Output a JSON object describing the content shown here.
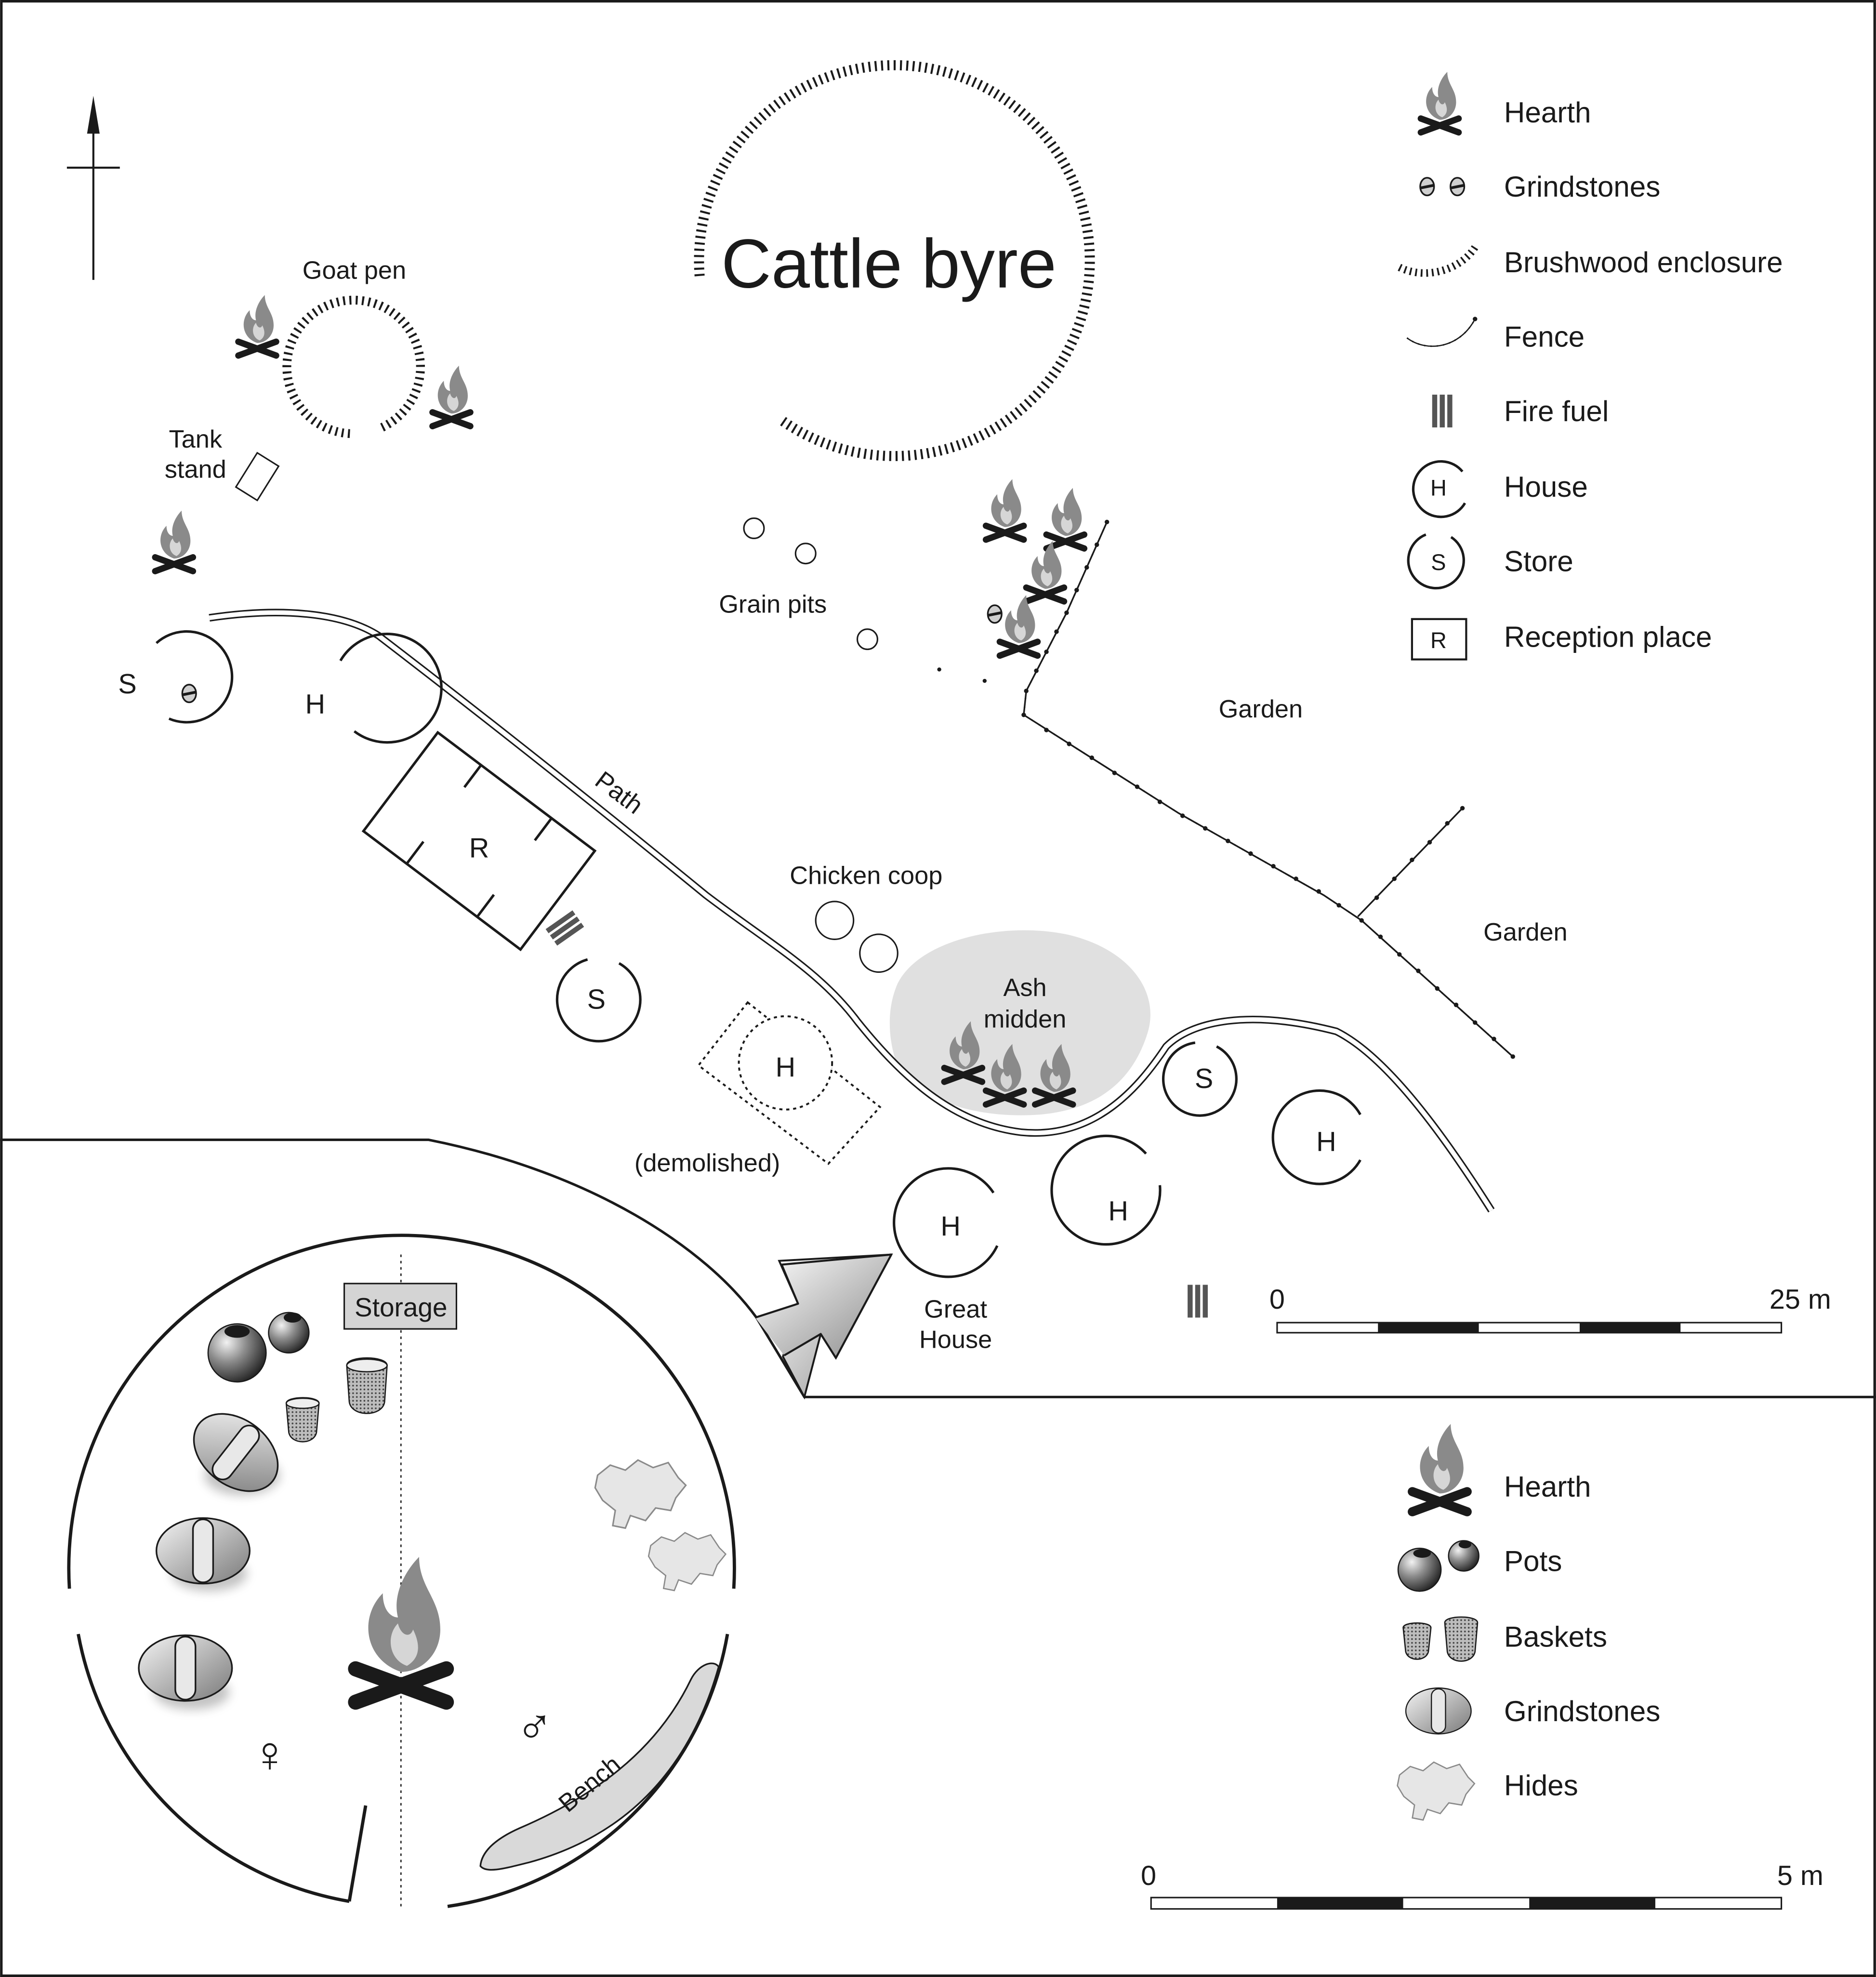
{
  "map_labels": {
    "goat_pen": "Goat pen",
    "tank_stand_1": "Tank",
    "tank_stand_2": "stand",
    "cattle_byre": "Cattle byre",
    "grain_pits": "Grain pits",
    "path": "Path",
    "garden_1": "Garden",
    "garden_2": "Garden",
    "chicken_coop": "Chicken coop",
    "ash_midden_1": "Ash",
    "ash_midden_2": "midden",
    "demolished": "(demolished)",
    "great_house_1": "Great",
    "great_house_2": "House",
    "storage": "Storage",
    "bench": "Bench"
  },
  "map_symbols": {
    "store": "S",
    "house": "H",
    "reception": "R",
    "female": "♀",
    "male": "♂"
  },
  "legend_top": [
    {
      "icon": "hearth-icon",
      "label": "Hearth"
    },
    {
      "icon": "grindstones-icon",
      "label": "Grindstones"
    },
    {
      "icon": "brushwood-enclosure-icon",
      "label": "Brushwood enclosure"
    },
    {
      "icon": "fence-icon",
      "label": "Fence"
    },
    {
      "icon": "fire-fuel-icon",
      "label": "Fire fuel"
    },
    {
      "icon": "house-icon",
      "label": "House",
      "symbol": "H"
    },
    {
      "icon": "store-icon",
      "label": "Store",
      "symbol": "S"
    },
    {
      "icon": "reception-place-icon",
      "label": "Reception place",
      "symbol": "R"
    }
  ],
  "legend_bottom": [
    {
      "icon": "hearth-icon",
      "label": "Hearth"
    },
    {
      "icon": "pots-icon",
      "label": "Pots"
    },
    {
      "icon": "baskets-icon",
      "label": "Baskets"
    },
    {
      "icon": "grindstones-icon",
      "label": "Grindstones"
    },
    {
      "icon": "hides-icon",
      "label": "Hides"
    }
  ],
  "scale_top": {
    "start": "0",
    "end": "25 m"
  },
  "scale_bottom": {
    "start": "0",
    "end": "5 m"
  },
  "colors": {
    "ink": "#1a1a1a",
    "ash_midden": "#e0e0e0",
    "storage_box": "#d4d4d4",
    "hearth_flame": "#8a8a8a",
    "hide": "#e6e6e6",
    "bench": "#d9d9d9"
  }
}
